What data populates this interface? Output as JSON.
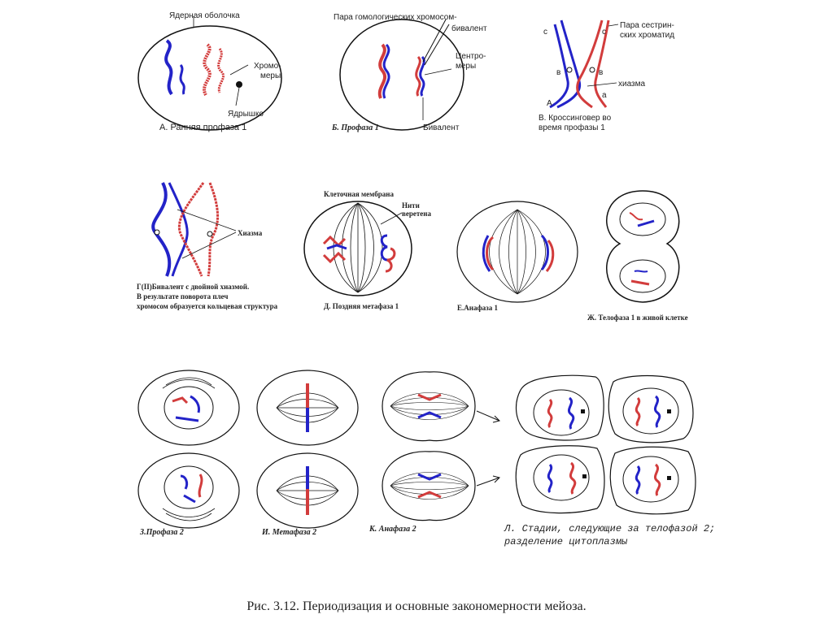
{
  "colors": {
    "paternal": "#2323c8",
    "maternal": "#d23c3c",
    "outline": "#111111"
  },
  "panels": {
    "a": {
      "caption": "А. Ранняя профаза 1",
      "label_envelope": "Ядерная оболочка",
      "label_chromomeres_1": "Хромо-",
      "label_chromomeres_2": "меры",
      "label_nucleolus": "Ядрышко"
    },
    "b": {
      "caption": "Б. Профаза 1",
      "label_pair_1": "Пара гомологических хромосом-",
      "label_pair_2": "бивалент",
      "label_centromere_1": "Центро-",
      "label_centromere_2": "меры",
      "label_bivalent": "Бивалент"
    },
    "v": {
      "caption_1": "В. Кроссинговер во",
      "caption_2": "время профазы 1",
      "label_sisters_1": "Пара сестрин-",
      "label_sisters_2": "ских хроматид",
      "label_chiasma": "хиазма",
      "letter_c": "с",
      "letter_b": "в",
      "letter_A": "А",
      "letter_a": "а"
    },
    "g": {
      "label_chiasma": "Хиазма",
      "caption_1": "Г(II)Бивалент с двойной хиазмой.",
      "caption_2": "В результате поворота плеч",
      "caption_3": "хромосом образуется кольцевая структура"
    },
    "d": {
      "label_membrane": "Клеточная мембрана",
      "label_spindle_1": "Нити",
      "label_spindle_2": "веретена",
      "caption": "Д. Поздняя метафаза 1"
    },
    "e": {
      "caption": "Е.Анафаза 1"
    },
    "zh": {
      "caption": "Ж. Телофаза 1 в живой клетке"
    },
    "z": {
      "caption": "З.Профаза 2"
    },
    "i": {
      "caption": "И. Метафаза 2"
    },
    "k": {
      "caption": "К. Анафаза 2"
    },
    "l": {
      "caption_1": "Л. Стадии, следующие за телофазой 2;",
      "caption_2": "разделение цитоплазмы"
    }
  },
  "figure_caption": "Рис. 3.12. Периодизация и основные закономерности мейоза."
}
